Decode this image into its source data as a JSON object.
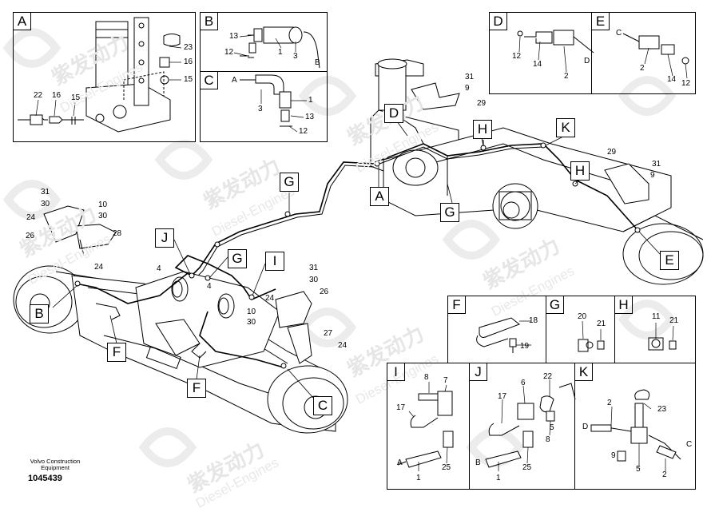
{
  "watermark": {
    "cn": "紫发动力",
    "en": "Diesel-Engines"
  },
  "footer": {
    "brand_line1": "Volvo Construction",
    "brand_line2": "Equipment",
    "doc_number": "1045439"
  },
  "detail_boxes": {
    "A": {
      "letter": "A",
      "labels": [
        "23",
        "16",
        "15",
        "22",
        "16",
        "15"
      ]
    },
    "B": {
      "letter": "B",
      "labels": [
        "13",
        "12",
        "1",
        "3",
        "B"
      ]
    },
    "C": {
      "letter": "C",
      "labels": [
        "A",
        "1",
        "3",
        "13",
        "12"
      ]
    },
    "D": {
      "letter": "D",
      "labels": [
        "12",
        "14",
        "2",
        "D"
      ]
    },
    "E": {
      "letter": "E",
      "labels": [
        "C",
        "2",
        "14",
        "12"
      ]
    },
    "F": {
      "letter": "F",
      "labels": [
        "18",
        "19"
      ]
    },
    "G": {
      "letter": "G",
      "labels": [
        "20",
        "21"
      ]
    },
    "H": {
      "letter": "H",
      "labels": [
        "11",
        "21"
      ]
    },
    "I": {
      "letter": "I",
      "labels": [
        "8",
        "7",
        "17",
        "A",
        "25",
        "1"
      ]
    },
    "J": {
      "letter": "J",
      "labels": [
        "6",
        "22",
        "17",
        "5",
        "8",
        "B",
        "25",
        "1"
      ]
    },
    "K": {
      "letter": "K",
      "labels": [
        "2",
        "23",
        "D",
        "C",
        "9",
        "5",
        "2"
      ]
    }
  },
  "callouts": [
    "A",
    "B",
    "C",
    "D",
    "E",
    "F",
    "F",
    "G",
    "G",
    "G",
    "H",
    "H",
    "I",
    "J",
    "K"
  ],
  "main_labels": {
    "rear": [
      "31",
      "9",
      "29",
      "29",
      "31",
      "9"
    ],
    "front_left": [
      "31",
      "30",
      "24",
      "26",
      "10",
      "30",
      "28",
      "24",
      "4",
      "4"
    ],
    "front_right": [
      "31",
      "30",
      "24",
      "26",
      "10",
      "30",
      "27",
      "24"
    ]
  }
}
